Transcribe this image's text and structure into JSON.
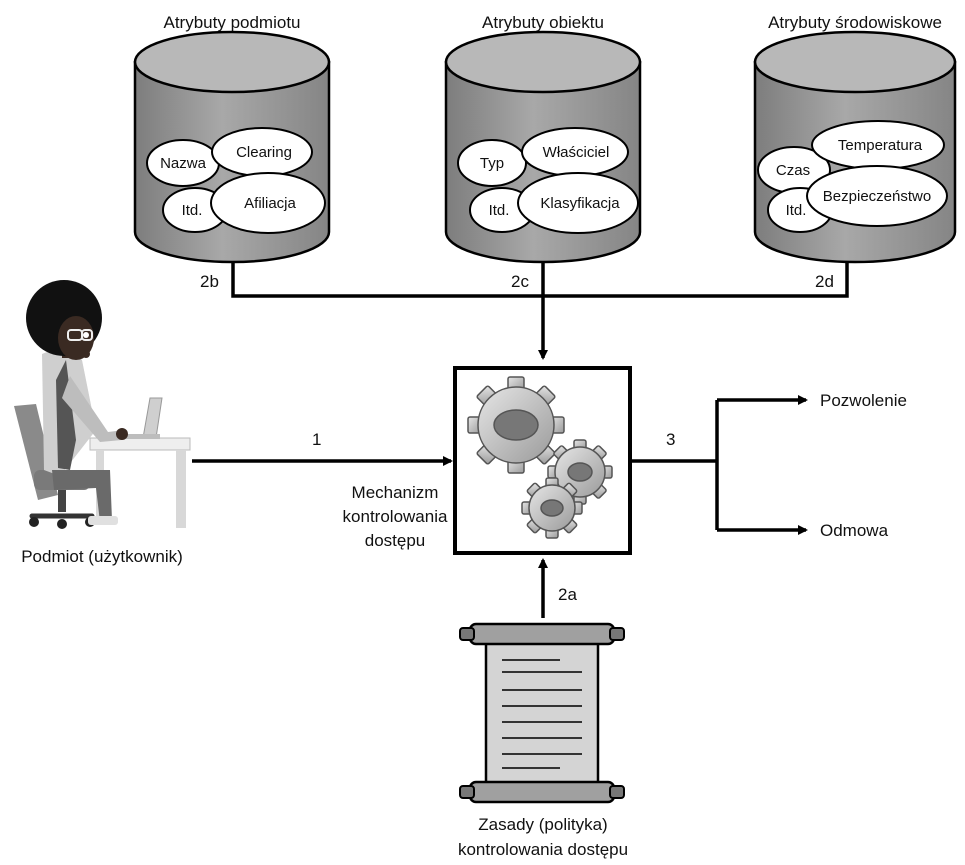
{
  "colors": {
    "cylinder_body": "#9a9a9a",
    "cylinder_top": "#b4b4b4",
    "line": "#000000",
    "gear": "#c8c8c8",
    "scroll": "#d4d4d4",
    "skin": "#3a2a22",
    "hair": "#111111"
  },
  "databases": [
    {
      "title": "Atrybuty podmiotu",
      "items": [
        "Nazwa",
        "Clearing",
        "Afiliacja",
        "Itd."
      ],
      "connector": "2b"
    },
    {
      "title": "Atrybuty obiektu",
      "items": [
        "Typ",
        "Właściciel",
        "Klasyfikacja",
        "Itd."
      ],
      "connector": "2c"
    },
    {
      "title": "Atrybuty środowiskowe",
      "items": [
        "Czas",
        "Temperatura",
        "Bezpieczeństwo",
        "Itd."
      ],
      "connector": "2d"
    }
  ],
  "subject": {
    "label": "Podmiot (użytkownik)",
    "arrow": "1"
  },
  "mechanism": {
    "label_lines": [
      "Mechanizm",
      "kontrolowania",
      "dostępu"
    ],
    "arrow_out": "3"
  },
  "policy": {
    "label_lines": [
      "Zasady (polityka)",
      "kontrolowania dostępu"
    ],
    "arrow": "2a"
  },
  "outcomes": {
    "permit": "Pozwolenie",
    "deny": "Odmowa"
  },
  "icons": {
    "person": "person-at-laptop-icon",
    "gears": "gears-icon",
    "scroll": "scroll-document-icon"
  }
}
